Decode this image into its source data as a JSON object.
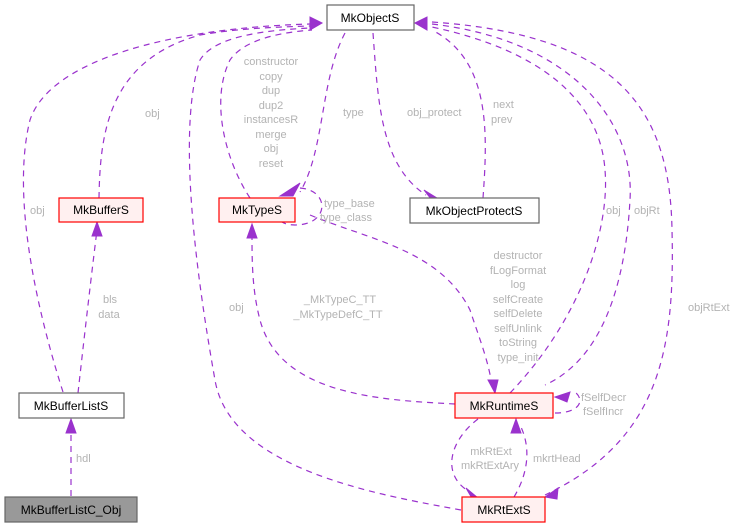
{
  "diagram": {
    "type": "collaboration-graph",
    "nodes": {
      "mkobjects": {
        "label": "MkObjectS",
        "style": "plain"
      },
      "mkbuffers": {
        "label": "MkBufferS",
        "style": "red"
      },
      "mktypes": {
        "label": "MkTypeS",
        "style": "red"
      },
      "mkobjectprotects": {
        "label": "MkObjectProtectS",
        "style": "plain"
      },
      "mkbufferlists": {
        "label": "MkBufferListS",
        "style": "plain"
      },
      "mkruntimes": {
        "label": "MkRuntimeS",
        "style": "red"
      },
      "mkrtexts": {
        "label": "MkRtExtS",
        "style": "red"
      },
      "mkbufferlistc_obj": {
        "label": "MkBufferListC_Obj",
        "style": "current"
      }
    },
    "edge_labels": {
      "bufferlist_obj": [
        "obj"
      ],
      "buffer_obj": [
        "obj"
      ],
      "types_members": [
        "constructor",
        "copy",
        "dup",
        "dup2",
        "instancesR",
        "merge",
        "obj",
        "reset"
      ],
      "types_type": [
        "type"
      ],
      "obj_protect": [
        "obj_protect"
      ],
      "protect_nextprev": [
        "next",
        "prev"
      ],
      "types_self": [
        "type_base",
        "type_class"
      ],
      "bufferlist_bls": [
        "bls",
        "data"
      ],
      "rtext_obj": [
        "obj"
      ],
      "runtime_types": [
        "_MkTypeC_TT",
        "_MkTypeDefC_TT"
      ],
      "runtime_members": [
        "destructor",
        "fLogFormat",
        "log",
        "selfCreate",
        "selfDelete",
        "selfUnlink",
        "toString",
        "type_init"
      ],
      "runtime_obj": [
        "obj"
      ],
      "runtime_objrt": [
        "objRt"
      ],
      "rtext_objrtext": [
        "objRtExt"
      ],
      "runtime_self": [
        "fSelfDecr",
        "fSelfIncr"
      ],
      "rtext_members": [
        "mkRtExt",
        "mkRtExtAry"
      ],
      "rtext_head": [
        "mkrtHead"
      ],
      "bufferlistc_hdl": [
        "hdl"
      ]
    },
    "colors": {
      "edge": "#9a32cd",
      "edge_label": "#b3b3b3",
      "red_node_border": "#ff0000",
      "red_node_fill": "#fff0f0",
      "plain_node_border": "#666666",
      "current_node_fill": "#999999"
    }
  }
}
